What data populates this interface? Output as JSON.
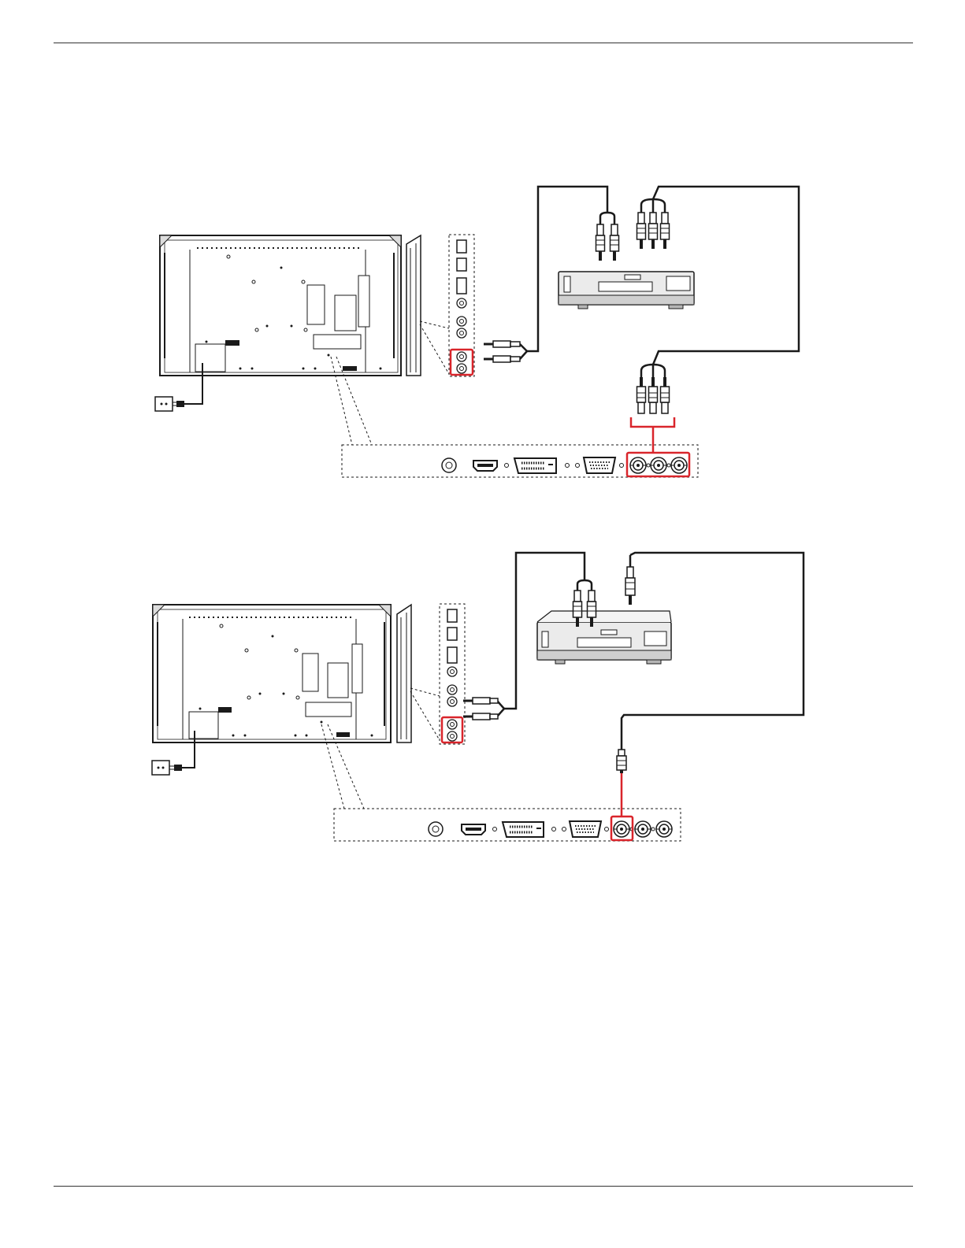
{
  "colors": {
    "highlight": "#d9252b",
    "line": "#1a1a1a",
    "device_body": "#ebebeb",
    "device_shadow": "#b5b5b5"
  },
  "icons": {
    "power_outlet": "wall-outlet-icon",
    "power_plug": "power-plug-icon",
    "hdmi": "hdmi-port-icon",
    "dvi": "dvi-port-icon",
    "vga": "vga-port-icon",
    "bnc": "bnc-port-icon",
    "rca": "rca-plug-icon"
  },
  "figures": [
    {
      "connection": "component",
      "highlighted_bnc_ports": 3
    },
    {
      "connection": "composite",
      "highlighted_bnc_ports": 1
    }
  ]
}
